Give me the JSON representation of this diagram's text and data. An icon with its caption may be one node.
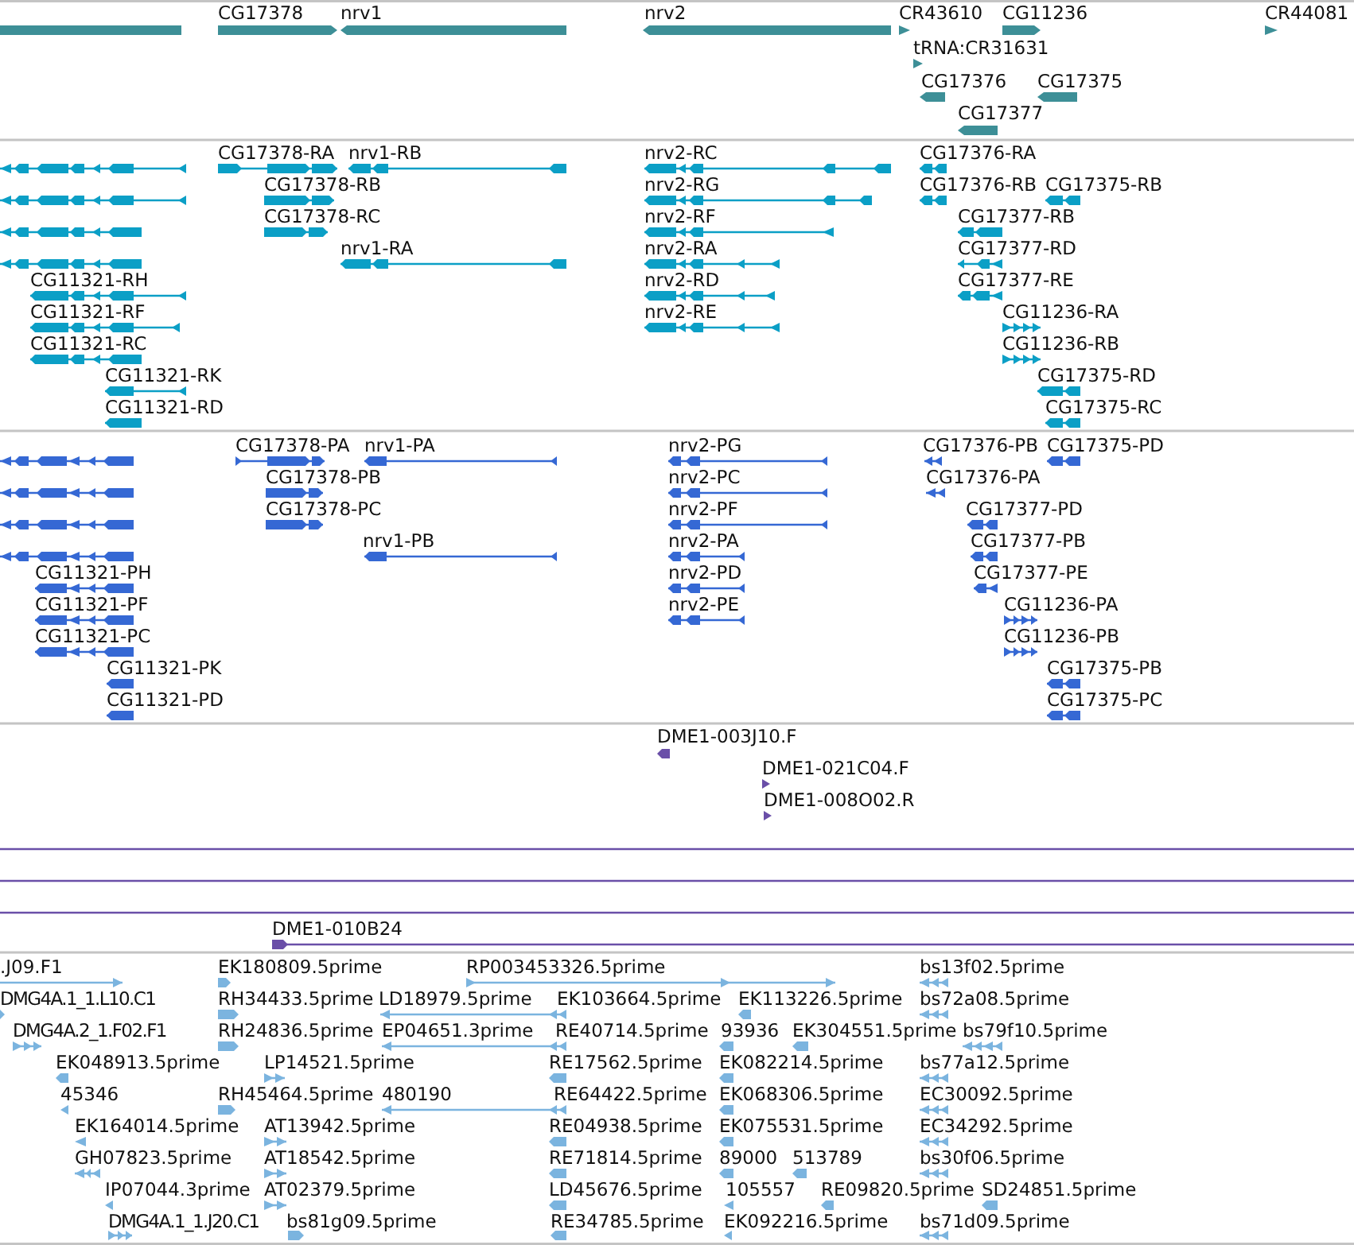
{
  "diagram": {
    "labels": [
      "CG17378",
      "nrv1",
      "nrv2",
      "CR43610",
      "CG11236",
      "CR44081",
      "tRNA:CR31631",
      "CG17376",
      "CG17375",
      "CG17377",
      "CG17378-RA",
      "nrv1-RB",
      "nrv2-RC",
      "CG17376-RA",
      "CG17378-RB",
      "nrv2-RG",
      "CG17376-RB",
      "CG17375-RB",
      "CG17378-RC",
      "nrv2-RF",
      "CG17377-RB",
      "nrv1-RA",
      "nrv2-RA",
      "CG17377-RD",
      "CG11321-RH",
      "nrv2-RD",
      "CG17377-RE",
      "CG11321-RF",
      "nrv2-RE",
      "CG11236-RA",
      "CG11321-RC",
      "CG11236-RB",
      "CG11321-RK",
      "CG17375-RD",
      "CG11321-RD",
      "CG17375-RC",
      "CG17378-PA",
      "nrv1-PA",
      "nrv2-PG",
      "CG17376-PB",
      "CG17375-PD",
      "CG17378-PB",
      "nrv2-PC",
      "CG17376-PA",
      "CG17378-PC",
      "nrv2-PF",
      "CG17377-PD",
      "nrv1-PB",
      "nrv2-PA",
      "CG17377-PB",
      "CG11321-PH",
      "nrv2-PD",
      "CG17377-PE",
      "CG11321-PF",
      "nrv2-PE",
      "CG11236-PA",
      "CG11321-PC",
      "CG11236-PB",
      "CG11321-PK",
      "CG17375-PB",
      "CG11321-PD",
      "CG17375-PC",
      "DME1-003J10.F",
      "DME1-021C04.F",
      "DME1-008O02.R",
      "DME1-010B24",
      ".J09.F1",
      "EK180809.5prime",
      "RP003453326.5prime",
      "bs13f02.5prime",
      "DMG4A.1_1.L10.C1",
      "RH34433.5prime",
      "LD18979.5prime",
      "EK103664.5prime",
      "EK113226.5prime",
      "bs72a08.5prime",
      "DMG4A.2_1.F02.F1",
      "RH24836.5prime",
      "EP04651.3prime",
      "RE40714.5prime",
      "93936",
      "EK304551.5prime",
      "bs79f10.5prime",
      "EK048913.5prime",
      "LP14521.5prime",
      "RE17562.5prime",
      "EK082214.5prime",
      "bs77a12.5prime",
      "45346",
      "RH45464.5prime",
      "480190",
      "RE64422.5prime",
      "EK068306.5prime",
      "EC30092.5prime",
      "EK164014.5prime",
      "AT13942.5prime",
      "RE04938.5prime",
      "EK075531.5prime",
      "EC34292.5prime",
      "GH07823.5prime",
      "AT18542.5prime",
      "RE71814.5prime",
      "89000",
      "513789",
      "bs30f06.5prime",
      "IP07044.3prime",
      "AT02379.5prime",
      "LD45676.5prime",
      "105557",
      "RE09820.5prime",
      "SD24851.5prime",
      "DMG4A.1_1.J20.C1",
      "bs81g09.5prime",
      "RE34785.5prime",
      "EK092216.5prime",
      "bs71d09.5prime"
    ]
  }
}
